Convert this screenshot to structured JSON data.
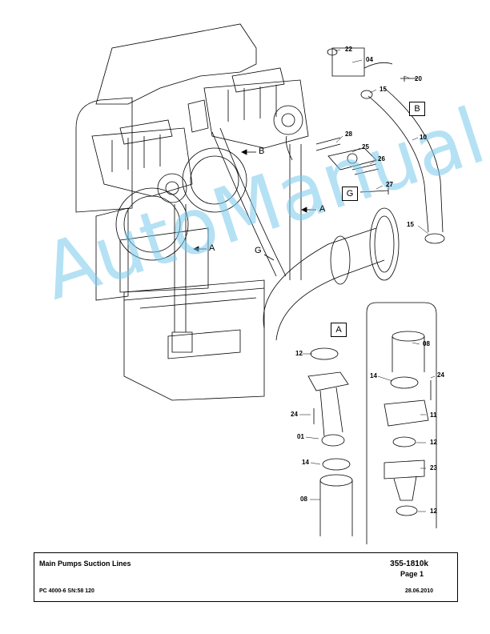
{
  "titleblock": {
    "title": "Main Pumps Suction Lines",
    "doc_number": "355-1810k",
    "page": "Page 1",
    "model": "PC 4000-6 SN:58 120",
    "date": "28.06.2010"
  },
  "watermark": "AutoManual",
  "callouts": {
    "c22": "22",
    "c04": "04",
    "c20": "20",
    "c15a": "15",
    "c10": "10",
    "c28": "28",
    "c25": "25",
    "c26": "26",
    "c27": "27",
    "c15b": "15",
    "c12a": "12",
    "c24a": "24",
    "c01": "01",
    "c14a": "14",
    "c08a": "08",
    "c08b": "08",
    "c14b": "14",
    "c24b": "24",
    "c11": "11",
    "c12b": "12",
    "c23": "23",
    "c12c": "12"
  },
  "letters": {
    "B_box": "B",
    "G_box": "G",
    "A_box": "A",
    "B_arrow": "B",
    "A_arrow_right": "A",
    "A_arrow_left": "A",
    "G_arrow": "G"
  }
}
